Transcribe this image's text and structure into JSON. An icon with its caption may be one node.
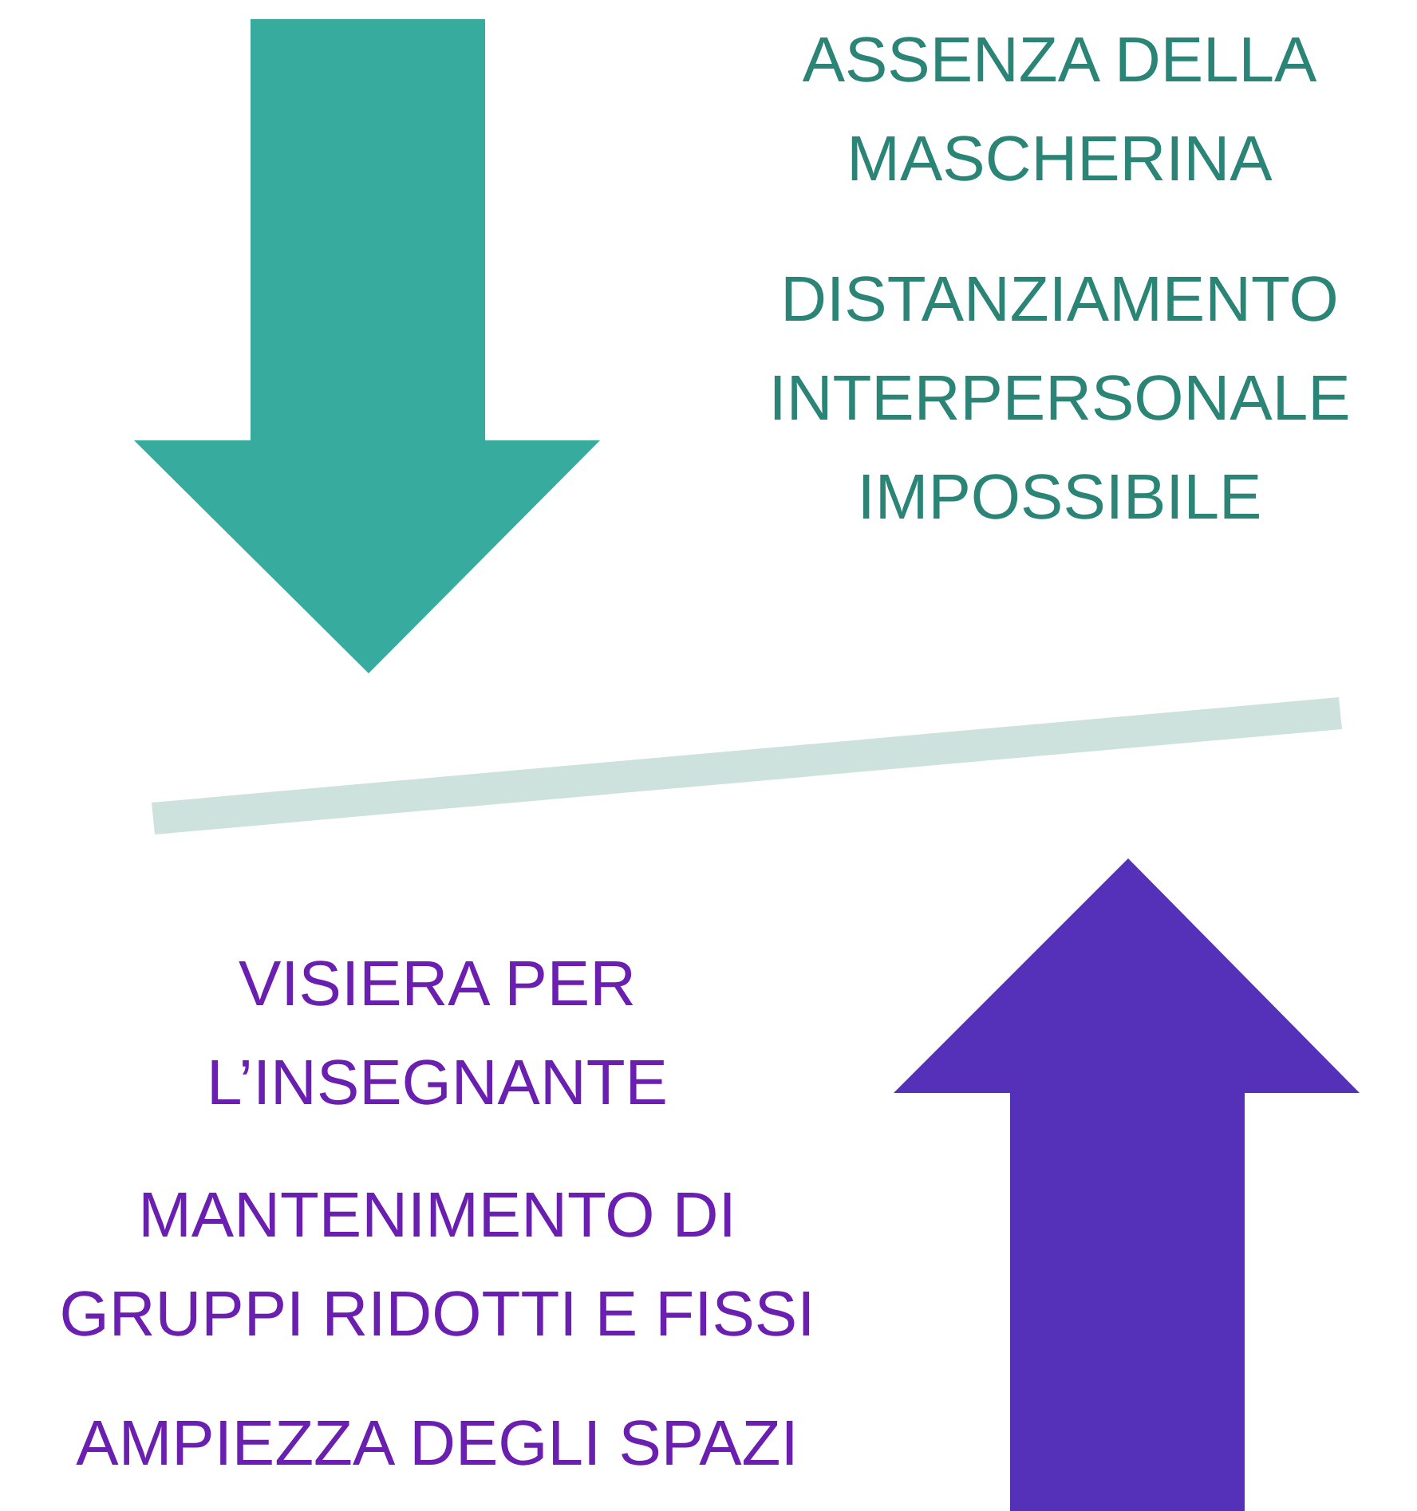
{
  "diagram": {
    "labels": [
      "ASSENZA DELLA MASCHERINA",
      "DISTANZIAMENTO INTERPERSONALE IMPOSSIBILE",
      "VISIERA PER L’INSEGNANTE",
      "MANTENIMENTO DI GRUPPI RIDOTTI E FISSI",
      "AMPIEZZA DEGLI SPAZI"
    ]
  }
}
